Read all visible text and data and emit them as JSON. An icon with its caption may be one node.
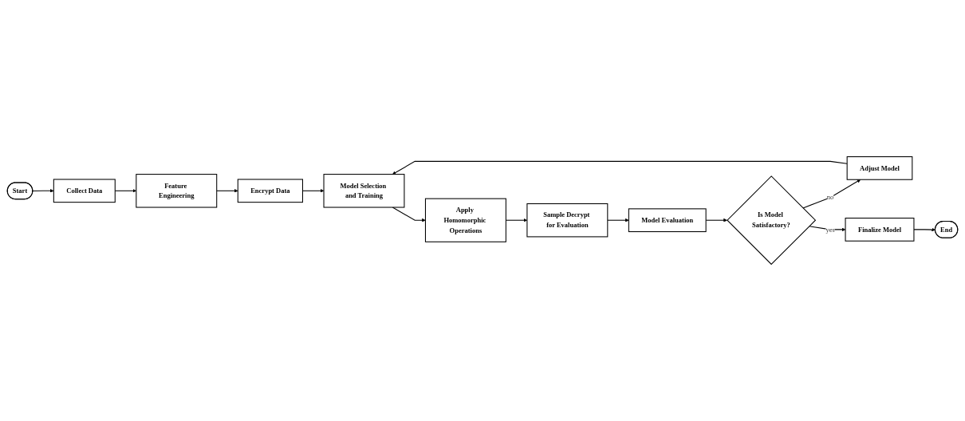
{
  "diagram": {
    "nodes": [
      {
        "text": [
          "Start"
        ]
      },
      {
        "text": [
          "Collect Data"
        ]
      },
      {
        "text": [
          "Feature Engineering"
        ]
      },
      {
        "text": [
          "Encrypt Data"
        ]
      },
      {
        "text": [
          "Model Selection and Training"
        ]
      },
      {
        "text": [
          "Apply Homomorphic Operations"
        ]
      },
      {
        "text": [
          "Sample Decrypt for Evaluation"
        ]
      },
      {
        "text": [
          "Model Evaluation"
        ]
      },
      {
        "text": [
          "Is Model Satisfactory?"
        ]
      },
      {
        "text": [
          "Adjust Model"
        ]
      },
      {
        "text": [
          "Finalize Model"
        ]
      },
      {
        "text": [
          "End"
        ]
      }
    ],
    "edges": [
      {
        "from": 0,
        "to": 1,
        "arrow": "to"
      },
      {
        "from": 1,
        "to": 2,
        "arrow": "to"
      },
      {
        "from": 2,
        "to": 3,
        "arrow": "to"
      },
      {
        "from": 3,
        "to": 4,
        "arrow": "to"
      },
      {
        "from": 4,
        "to": 5,
        "arrow": "to"
      },
      {
        "from": 5,
        "to": 6,
        "arrow": "to"
      },
      {
        "from": 6,
        "to": 7,
        "arrow": "to"
      },
      {
        "from": 7,
        "to": 8,
        "arrow": "to"
      },
      {
        "from": 8,
        "to": 9,
        "label": "no",
        "arrow": "to"
      },
      {
        "from": 9,
        "to": 4,
        "arrow": "to"
      },
      {
        "from": 8,
        "to": 10,
        "label": "yes",
        "arrow": "to"
      },
      {
        "from": 10,
        "to": 11,
        "arrow": "to"
      }
    ]
  }
}
